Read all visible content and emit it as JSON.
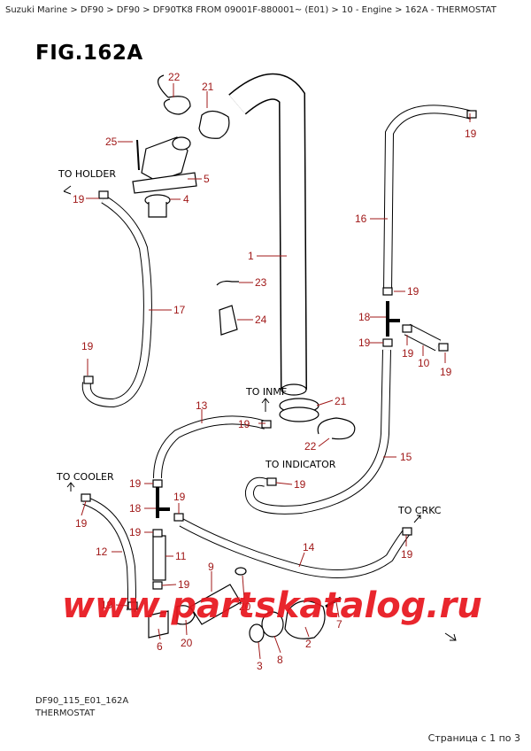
{
  "breadcrumb": "Suzuki Marine > DF90 > DF90 > DF90TK8 FROM 09001F-880001~ (E01) > 10 - Engine > 162A - THERMOSTAT",
  "figure_title": "FIG.162A",
  "notes": {
    "to_holder": "TO HOLDER",
    "to_inmf": "TO INMF",
    "to_indicator": "TO INDICATOR",
    "to_cooler": "TO COOLER",
    "to_crkc": "TO CRKC"
  },
  "callouts": {
    "p1": "1",
    "p2": "2",
    "p3": "3",
    "p4": "4",
    "p5": "5",
    "p6": "6",
    "p7": "7",
    "p8": "8",
    "p9": "9",
    "p10": "10",
    "p11": "11",
    "p12": "12",
    "p13": "13",
    "p14": "14",
    "p15": "15",
    "p16": "16",
    "p17": "17",
    "p18": "18",
    "p19": "19",
    "p20": "20",
    "p21": "21",
    "p22": "22",
    "p23": "23",
    "p24": "24",
    "p25": "25"
  },
  "watermark": "www.partskatalog.ru",
  "drawing_code": "DF90_115_E01_162A",
  "drawing_subtitle": "THERMOSTAT",
  "pager": "Страница с 1 по 3",
  "colors": {
    "callout": "#a01818",
    "watermark": "#e8141c"
  }
}
